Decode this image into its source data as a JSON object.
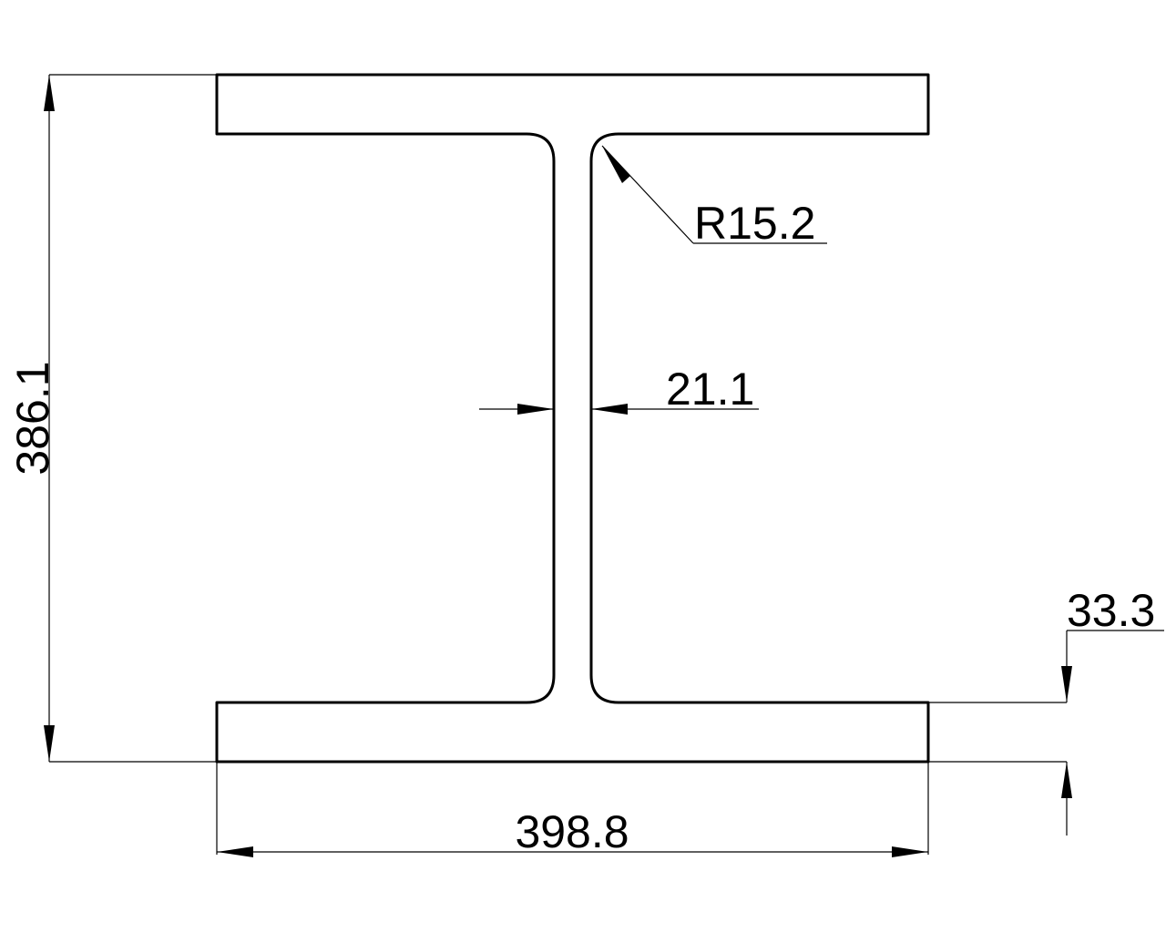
{
  "dimensions": {
    "height_label": "386.1",
    "width_label": "398.8",
    "web_thickness_label": "21.1",
    "flange_thickness_label": "33.3",
    "fillet_radius_label": "R15.2"
  }
}
